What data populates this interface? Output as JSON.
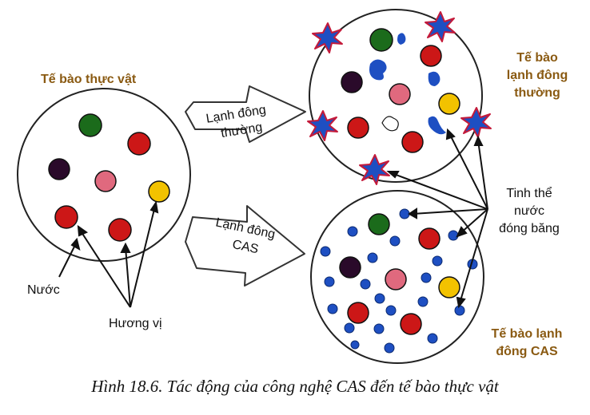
{
  "labels": {
    "plant_cell": "Tế bào thực vật",
    "normal_frozen_cell": [
      "Tế bào",
      "lạnh đông",
      "thường"
    ],
    "cas_frozen_cell": [
      "Tế bào lạnh",
      "đông CAS"
    ],
    "ice_crystals": [
      "Tinh thể",
      "nước",
      "đóng băng"
    ],
    "water": "Nước",
    "flavor": "Hương vị"
  },
  "arrows": {
    "normal_freezing": [
      "Lạnh đông",
      "thường"
    ],
    "cas_freezing": [
      "Lạnh đông",
      "CAS"
    ]
  },
  "caption": "Hình 18.6. Tác động của công nghệ CAS đến tế bào thực vật",
  "colors": {
    "green": "#1b6b1b",
    "red": "#cc1717",
    "dark_purple": "#2a0a2a",
    "pink": "#e0697e",
    "yellow": "#f2c200",
    "blue": "#1e4fc2",
    "crystal_red": "#c41a3a",
    "label_orange": "#8a5a12"
  },
  "icons": [
    "ice-crystal-icon",
    "water-drop-icon",
    "right-arrow-icon"
  ]
}
